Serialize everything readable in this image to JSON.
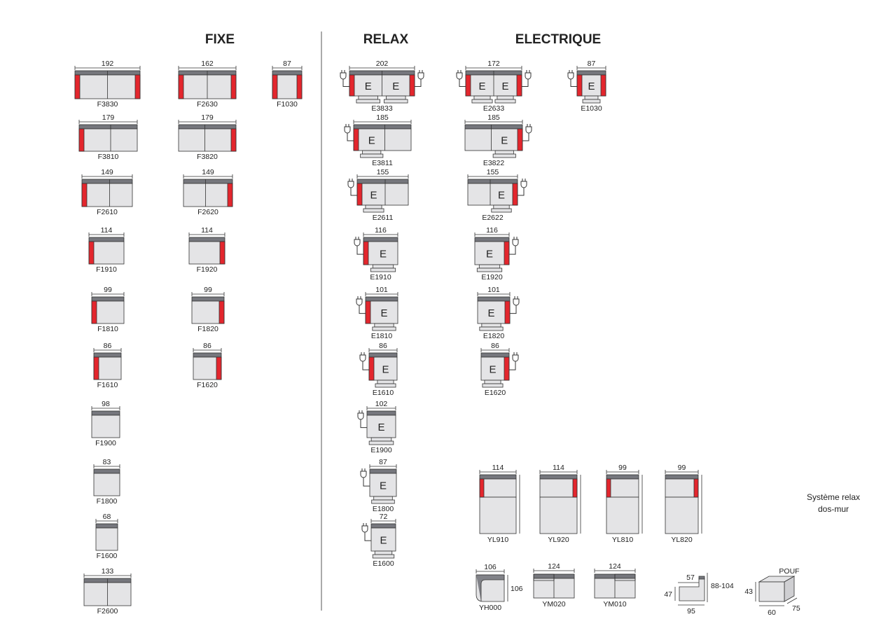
{
  "headers": {
    "fixe": "FIXE",
    "relax": "RELAX",
    "electrique": "ELECTRIQUE"
  },
  "motor_label": "E",
  "fixe_left": [
    {
      "code": "F3830",
      "width": "192"
    },
    {
      "code": "F3810",
      "width": "179"
    },
    {
      "code": "F2610",
      "width": "149"
    },
    {
      "code": "F1910",
      "width": "114"
    },
    {
      "code": "F1810",
      "width": "99"
    },
    {
      "code": "F1610",
      "width": "86"
    },
    {
      "code": "F1900",
      "width": "98"
    },
    {
      "code": "F1800",
      "width": "83"
    },
    {
      "code": "F1600",
      "width": "68"
    },
    {
      "code": "F2600",
      "width": "133"
    }
  ],
  "fixe_right": [
    {
      "code": "F2630",
      "width": "162"
    },
    {
      "code": "F3820",
      "width": "179"
    },
    {
      "code": "F2620",
      "width": "149"
    },
    {
      "code": "F1920",
      "width": "114"
    },
    {
      "code": "F1820",
      "width": "99"
    },
    {
      "code": "F1620",
      "width": "86"
    }
  ],
  "fixe_single": {
    "code": "F1030",
    "width": "87"
  },
  "relax_col": [
    {
      "code": "E3833",
      "width": "202"
    },
    {
      "code": "E3811",
      "width": "185"
    },
    {
      "code": "E2611",
      "width": "155"
    },
    {
      "code": "E1910",
      "width": "116"
    },
    {
      "code": "E1810",
      "width": "101"
    },
    {
      "code": "E1610",
      "width": "86"
    },
    {
      "code": "E1900",
      "width": "102"
    },
    {
      "code": "E1800",
      "width": "87"
    },
    {
      "code": "E1600",
      "width": "72"
    }
  ],
  "elec_col": [
    {
      "code": "E2633",
      "width": "172"
    },
    {
      "code": "E3822",
      "width": "185"
    },
    {
      "code": "E2622",
      "width": "155"
    },
    {
      "code": "E1920",
      "width": "116"
    },
    {
      "code": "E1820",
      "width": "101"
    },
    {
      "code": "E1620",
      "width": "86"
    }
  ],
  "elec_single": {
    "code": "E1030",
    "width": "87"
  },
  "wall_units": [
    {
      "code": "YL910",
      "width": "114"
    },
    {
      "code": "YL920",
      "width": "114"
    },
    {
      "code": "YL810",
      "width": "99"
    },
    {
      "code": "YL820",
      "width": "99"
    }
  ],
  "wall_note": [
    "Système relax",
    "dos-mur"
  ],
  "bottom": {
    "yh000": {
      "code": "YH000",
      "width": "106",
      "depth": "106"
    },
    "ym020": {
      "code": "YM020",
      "width": "124"
    },
    "ym010": {
      "code": "YM010",
      "width": "124"
    },
    "profile": {
      "seat": "57",
      "height": "88-104",
      "seat_h": "47",
      "depth": "95"
    },
    "pouf": {
      "label": "POUF",
      "h": "43",
      "w": "60",
      "d": "75"
    }
  },
  "colors": {
    "arm": "#e3262d",
    "back": "#76777d",
    "seat": "#e4e4e6",
    "line": "#333333"
  }
}
